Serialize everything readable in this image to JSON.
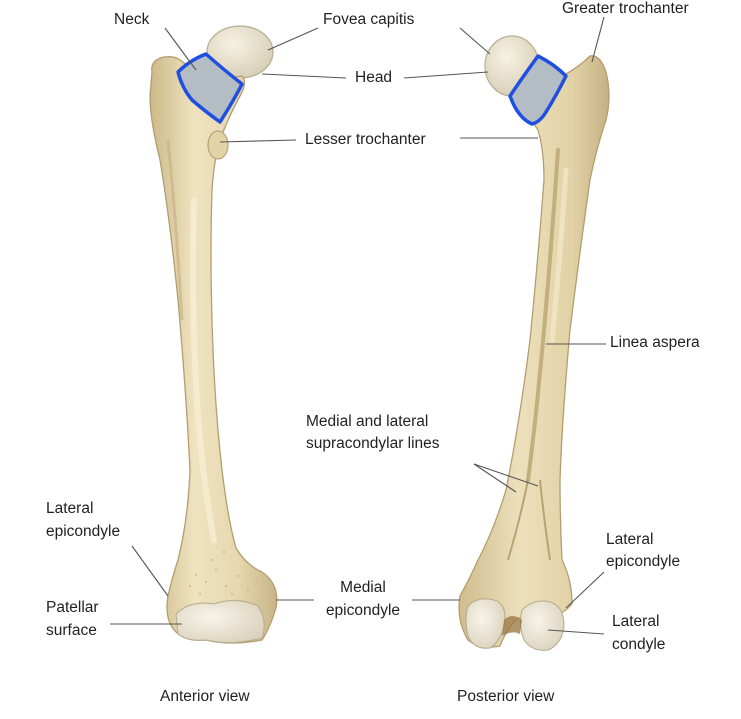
{
  "colors": {
    "bone": "#e9dcb6",
    "bone_shadow": "#c9b688",
    "bone_dark": "#9e8a5e",
    "cartilage": "#eee9dc",
    "highlight_fill": "#b4bcc4",
    "highlight_outline": "#1f4fe0",
    "leader": "#555555",
    "text": "#222222"
  },
  "labels": {
    "neck": "Neck",
    "fovea_capitis": "Fovea capitis",
    "greater_trochanter": "Greater trochanter",
    "head": "Head",
    "lesser_trochanter": "Lesser trochanter",
    "linea_aspera": "Linea aspera",
    "supracondylar_line1": "Medial and lateral",
    "supracondylar_line2": "supracondylar lines",
    "lateral_epicondyle_left_1": "Lateral",
    "lateral_epicondyle_left_2": "epicondyle",
    "patellar_surface_1": "Patellar",
    "patellar_surface_2": "surface",
    "medial_epicondyle_1": "Medial",
    "medial_epicondyle_2": "epicondyle",
    "lateral_epicondyle_right_1": "Lateral",
    "lateral_epicondyle_right_2": "epicondyle",
    "lateral_condyle_1": "Lateral",
    "lateral_condyle_2": "condyle"
  },
  "captions": {
    "anterior": "Anterior view",
    "posterior": "Posterior view"
  }
}
